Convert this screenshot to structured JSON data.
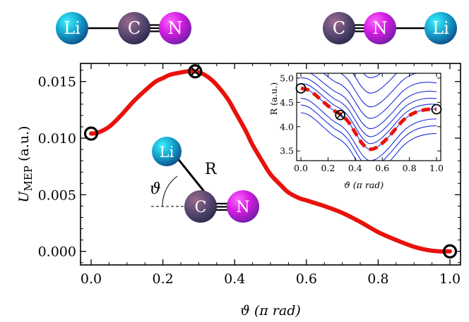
{
  "colors": {
    "curve": "#e8120c",
    "contour": "#1a2fd6",
    "inset_path": "#e8120c",
    "frame": "#000000"
  },
  "molecules": {
    "left": {
      "atoms": [
        "Li",
        "C",
        "N"
      ],
      "bonds": [
        "single",
        "triple"
      ]
    },
    "right": {
      "atoms": [
        "C",
        "N",
        "Li"
      ],
      "bonds": [
        "triple",
        "single"
      ]
    },
    "sketch": {
      "atoms": [
        "Li",
        "C",
        "N"
      ],
      "bond_label": "R",
      "angle_label": "ϑ"
    }
  },
  "chart_data": {
    "type": "line",
    "xlabel": "ϑ (π rad)",
    "ylabel_main": "U",
    "ylabel_sub": "MEP",
    "ylabel_unit": " (a.u.)",
    "xlim": [
      0.0,
      1.0
    ],
    "ylim": [
      -0.0012,
      0.0166
    ],
    "x_ticks": [
      "0.0",
      "0.2",
      "0.4",
      "0.6",
      "0.8",
      "1.0"
    ],
    "y_ticks": [
      "0.000",
      "0.005",
      "0.010",
      "0.015"
    ],
    "grid": false,
    "series": [
      {
        "x": [
          0.0,
          0.02,
          0.05,
          0.08,
          0.1,
          0.12,
          0.15,
          0.18,
          0.2,
          0.22,
          0.25,
          0.27,
          0.29,
          0.31,
          0.33,
          0.35,
          0.38,
          0.4,
          0.43,
          0.45,
          0.48,
          0.5,
          0.53,
          0.55,
          0.58,
          0.6,
          0.65,
          0.7,
          0.75,
          0.8,
          0.85,
          0.9,
          0.94,
          0.97,
          1.0
        ],
        "y": [
          0.0104,
          0.0105,
          0.011,
          0.0119,
          0.0126,
          0.0133,
          0.0142,
          0.015,
          0.0153,
          0.0156,
          0.0158,
          0.0159,
          0.0159,
          0.0157,
          0.0153,
          0.0147,
          0.0135,
          0.0124,
          0.0107,
          0.0094,
          0.0078,
          0.0068,
          0.0058,
          0.0052,
          0.0047,
          0.0045,
          0.004,
          0.0034,
          0.0026,
          0.0017,
          0.001,
          0.0004,
          0.0001,
          0.0,
          0.0
        ]
      }
    ],
    "markers": [
      {
        "x": 0.0,
        "y": 0.0104,
        "symbol": "circle"
      },
      {
        "x": 0.29,
        "y": 0.0159,
        "symbol": "circle-x"
      },
      {
        "x": 1.0,
        "y": 0.0,
        "symbol": "circle"
      }
    ],
    "inset": {
      "type": "contour",
      "xlabel": "ϑ (π rad)",
      "ylabel": "R (a.u.)",
      "xlim": [
        0.0,
        1.0
      ],
      "ylim": [
        3.3,
        5.1
      ],
      "x_ticks": [
        "0.0",
        "0.2",
        "0.4",
        "0.6",
        "0.8",
        "1.0"
      ],
      "y_ticks": [
        "3.5",
        "4.0",
        "4.5",
        "5.0"
      ],
      "path": {
        "x": [
          0.0,
          0.05,
          0.1,
          0.15,
          0.2,
          0.25,
          0.3,
          0.35,
          0.4,
          0.45,
          0.5,
          0.55,
          0.6,
          0.65,
          0.7,
          0.75,
          0.8,
          0.85,
          0.9,
          0.95,
          1.0
        ],
        "y": [
          4.79,
          4.76,
          4.67,
          4.55,
          4.43,
          4.32,
          4.24,
          4.1,
          3.88,
          3.66,
          3.54,
          3.56,
          3.66,
          3.8,
          3.96,
          4.12,
          4.23,
          4.3,
          4.34,
          4.36,
          4.36
        ]
      },
      "markers": [
        {
          "x": 0.0,
          "y": 4.79,
          "symbol": "circle"
        },
        {
          "x": 0.29,
          "y": 4.24,
          "symbol": "circle-x"
        },
        {
          "x": 1.0,
          "y": 4.36,
          "symbol": "circle"
        }
      ]
    }
  }
}
